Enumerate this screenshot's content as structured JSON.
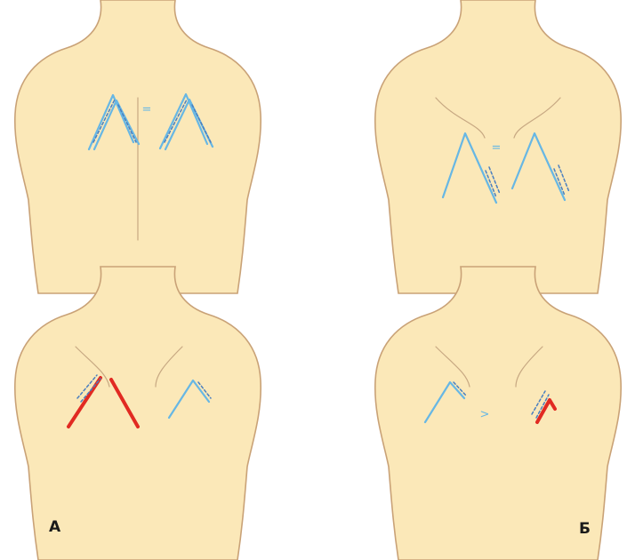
{
  "colors": {
    "skin": "#fbe8b8",
    "outline": "#c9a277",
    "fold": "#c7a882",
    "blue": "#67b7e4",
    "blue_dash": "#4a7fbf",
    "red": "#e12a22"
  },
  "panels": [
    {
      "id": "top-left",
      "relation_sign": "="
    },
    {
      "id": "top-right",
      "relation_sign": "="
    },
    {
      "id": "bottom-left",
      "relation_sign": ""
    },
    {
      "id": "bottom-right",
      "relation_sign": ">"
    }
  ],
  "labels": {
    "a": "А",
    "b": "Б"
  }
}
